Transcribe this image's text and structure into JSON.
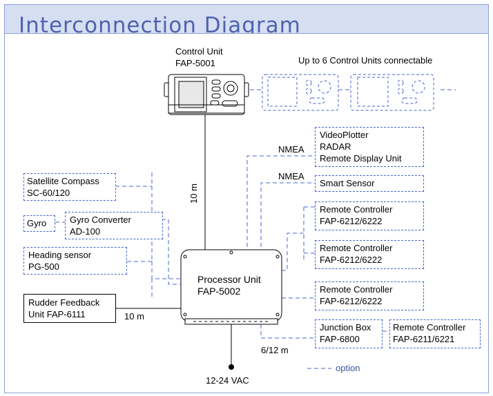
{
  "title": "Interconnection Diagram",
  "colors": {
    "title": "#4f62ae",
    "option_line": "#4a64c8",
    "band": "#d6dff2"
  },
  "control_unit": {
    "name": "Control Unit",
    "model": "FAP-5001"
  },
  "connectable_note": "Up to 6 Control Units connectable",
  "cable_lengths": {
    "control": "10 m",
    "rudder": "10 m",
    "junction": "6/12 m"
  },
  "nmea_labels": [
    "NMEA",
    "NMEA"
  ],
  "sensors": {
    "satellite_compass": {
      "line1": "Satellite Compass",
      "line2": "SC-60/120"
    },
    "gyro": "Gyro",
    "gyro_converter": {
      "line1": "Gyro Converter",
      "line2": "AD-100"
    },
    "heading_sensor": {
      "line1": "Heading sensor",
      "line2": "PG-500"
    }
  },
  "rudder": {
    "line1": "Rudder Feedback",
    "line2": "Unit FAP-6111"
  },
  "processor": {
    "line1": "Processor Unit",
    "line2": "FAP-5002"
  },
  "power": "12-24 VAC",
  "nmea_devices": {
    "line1": "VideoPlotter",
    "line2": "RADAR",
    "line3": "Remote Display Unit"
  },
  "smart_sensor": "Smart Sensor",
  "remotes": [
    {
      "line1": "Remote Controller",
      "line2": "FAP-6212/6222"
    },
    {
      "line1": "Remote Controller",
      "line2": "FAP-6212/6222"
    },
    {
      "line1": "Remote Controller",
      "line2": "FAP-6212/6222"
    }
  ],
  "junction": {
    "line1": "Junction Box",
    "line2": "FAP-6800"
  },
  "remote_junction": {
    "line1": "Remote Controller",
    "line2": "FAP-6211/6221"
  },
  "legend": {
    "label": "option",
    "marker": "- - - -"
  }
}
